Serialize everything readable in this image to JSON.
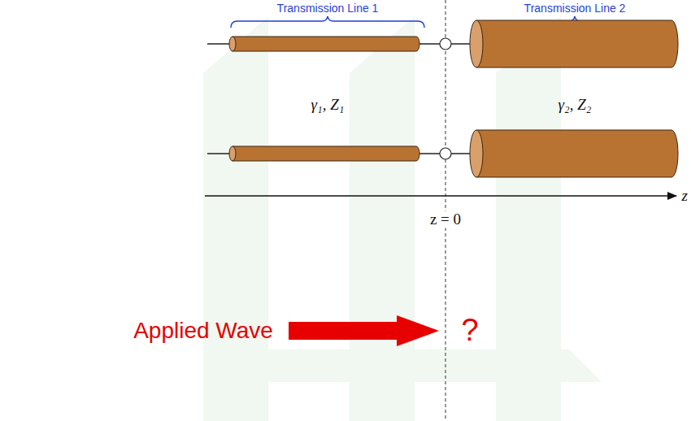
{
  "diagram": {
    "labels": [
      "Transmission Line 1",
      "Transmission Line 2",
      "γ₁, Z₁",
      "γ₂, Z₂",
      "z",
      "z = 0",
      "Applied Wave",
      "?"
    ]
  }
}
